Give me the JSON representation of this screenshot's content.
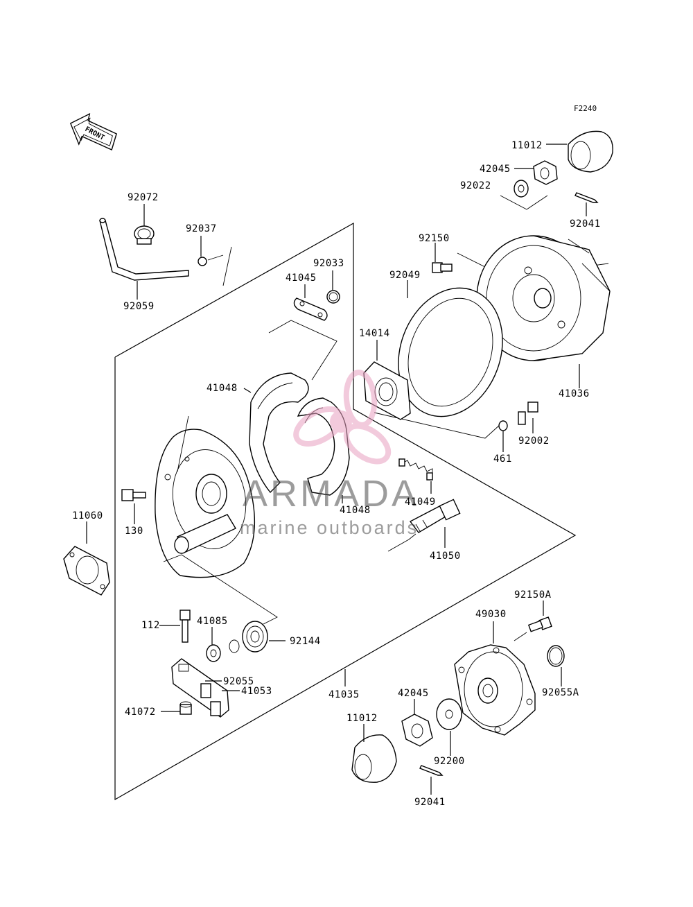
{
  "figure_code": "F2240",
  "front_arrow": {
    "label": "FRONT",
    "icon": "front-arrow-icon"
  },
  "watermark": {
    "brand": "ARMADA",
    "tagline": "marine outboards",
    "accent_color": "#e8a0c0"
  },
  "parts": {
    "p11012_top": "11012",
    "p42045_top": "42045",
    "p92022": "92022",
    "p92041_top": "92041",
    "p92072": "92072",
    "p92037": "92037",
    "p92059": "92059",
    "p92033": "92033",
    "p41045": "41045",
    "p92150": "92150",
    "p92049": "92049",
    "p14014": "14014",
    "p41036": "41036",
    "p41048_a": "41048",
    "p41048_b": "41048",
    "p92002": "92002",
    "p461": "461",
    "p41049": "41049",
    "p41050": "41050",
    "p11060": "11060",
    "p130": "130",
    "p112": "112",
    "p41085": "41085",
    "p92144": "92144",
    "p92055": "92055",
    "p41053": "41053",
    "p41072": "41072",
    "p41035": "41035",
    "p92150a": "92150A",
    "p49030": "49030",
    "p92055a": "92055A",
    "p42045_bot": "42045",
    "p11012_bot": "11012",
    "p92200": "92200",
    "p92041_bot": "92041"
  }
}
